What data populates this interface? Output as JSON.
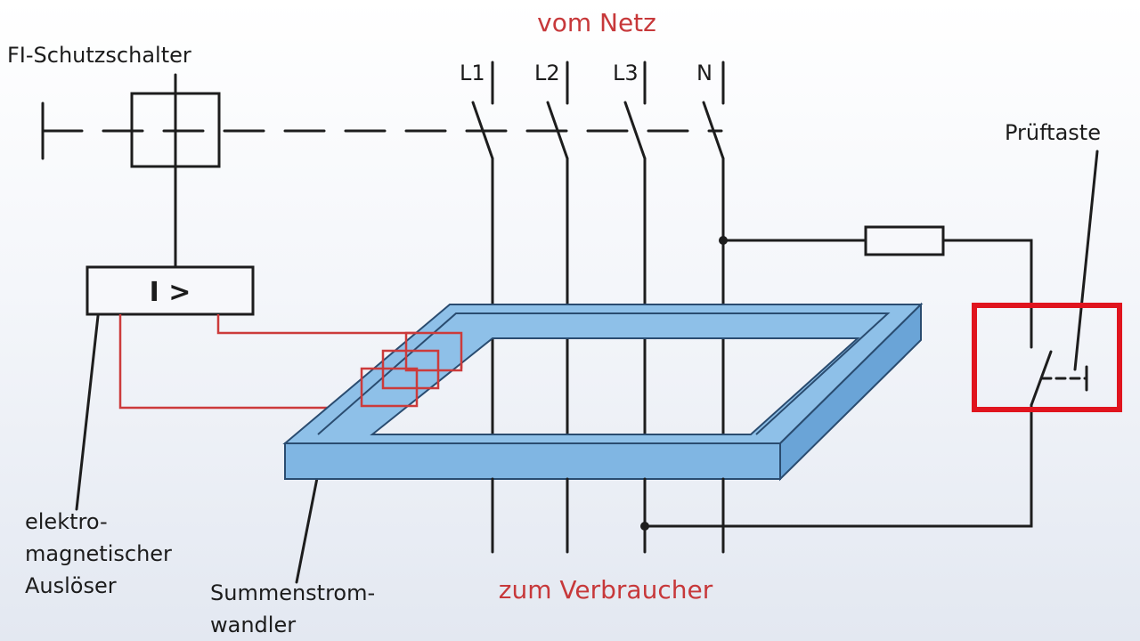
{
  "diagram": {
    "title_top": "vom Netz",
    "title_bottom": "zum Verbraucher",
    "breaker_label": "FI-Schutzschalter",
    "test_button_label": "Prüftaste",
    "release_label_lines": [
      "elektro-",
      "magnetischer",
      "Auslöser"
    ],
    "transformer_label_lines": [
      "Summenstrom-",
      "wandler"
    ],
    "relay_symbol": "I >",
    "phases": [
      "L1",
      "L2",
      "L3",
      "N"
    ],
    "colors": {
      "wire": "#1d1d1d",
      "signal_wire": "#cc3b3b",
      "core_light": "#8ec0e8",
      "core_dark": "#5a96cc",
      "highlight": "#e0141e"
    }
  }
}
